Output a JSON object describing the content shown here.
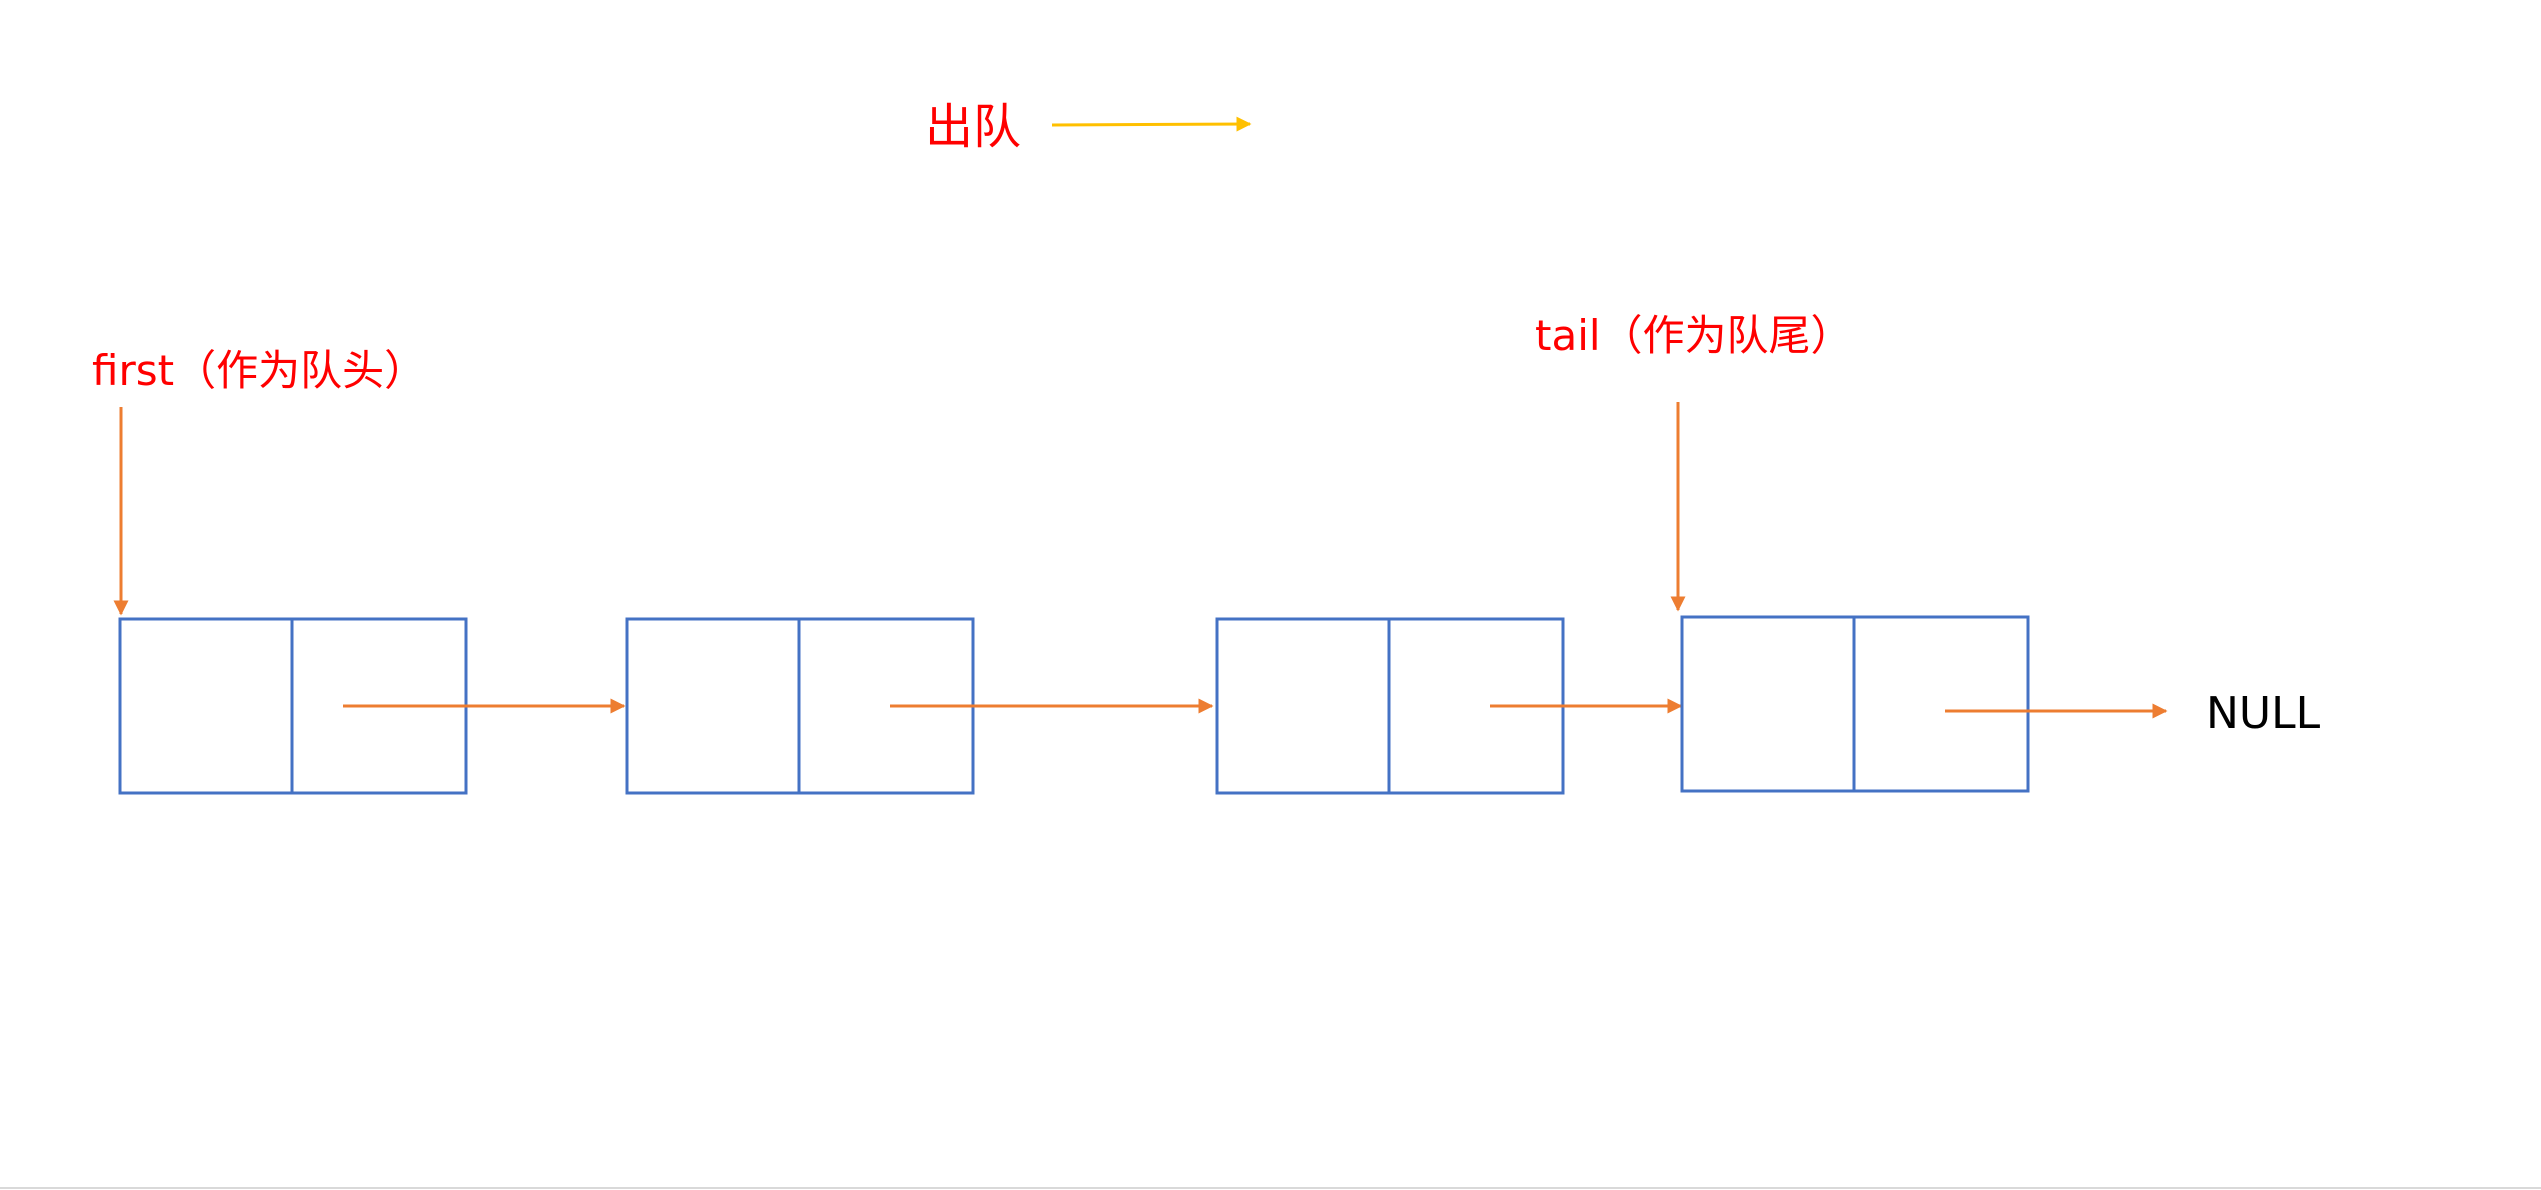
{
  "labels": {
    "dequeue": "出队",
    "first": "first（作为队头）",
    "tail": "tail（作为队尾）",
    "null": "NULL"
  },
  "nodes": [
    {
      "cells": [
        "",
        ""
      ]
    },
    {
      "cells": [
        "",
        ""
      ]
    },
    {
      "cells": [
        "",
        ""
      ]
    },
    {
      "cells": [
        "",
        ""
      ]
    }
  ],
  "colors": {
    "label_red": "#ff0000",
    "box_stroke": "#4472c4",
    "arrow_orange": "#ed7d31",
    "arrow_yellow": "#ffc000",
    "null_text": "#000000"
  }
}
